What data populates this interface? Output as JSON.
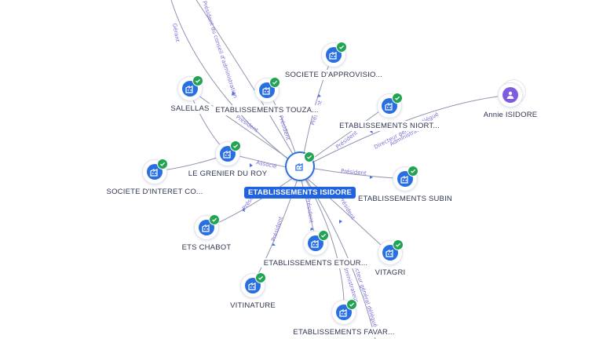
{
  "center": {
    "label": "ETABLISSEMENTS ISIDORE",
    "icon": "building-icon"
  },
  "nodes": [
    {
      "key": "societe_approvisio",
      "label": "SOCIETE D'APPROVISIO...",
      "type": "company"
    },
    {
      "key": "salellas",
      "label": "SALELLAS",
      "type": "company"
    },
    {
      "key": "touza",
      "label": "ETABLISSEMENTS TOUZA...",
      "type": "company"
    },
    {
      "key": "niort",
      "label": "ETABLISSEMENTS NIORT...",
      "type": "company"
    },
    {
      "key": "annie",
      "label": "Annie ISIDORE",
      "type": "person"
    },
    {
      "key": "grenier",
      "label": "LE GRENIER DU ROY",
      "type": "company"
    },
    {
      "key": "interet",
      "label": "SOCIETE D'INTERET CO...",
      "type": "company"
    },
    {
      "key": "subin",
      "label": "ETABLISSEMENTS SUBIN",
      "type": "company"
    },
    {
      "key": "chabot",
      "label": "ETS CHABOT",
      "type": "company"
    },
    {
      "key": "etour",
      "label": "ETABLISSEMENTS ETOUR...",
      "type": "company"
    },
    {
      "key": "vitagri",
      "label": "VITAGRI",
      "type": "company"
    },
    {
      "key": "vitinature",
      "label": "VITINATURE",
      "type": "company"
    },
    {
      "key": "favar",
      "label": "ETABLISSEMENTS FAVAR...",
      "type": "company"
    }
  ],
  "edge_labels": {
    "gerant": "Gérant",
    "pca": "Président du conseil d'administration",
    "president_1": "Président",
    "president_2": "Président",
    "president_3": "Président",
    "president_4": "Président",
    "president_5": "Président",
    "president_6": "Président",
    "president_7": "Président",
    "president_8": "Président",
    "president_9": "Président",
    "associe": "Associé",
    "dg": "Directeur général délégué",
    "admin": "Administrateur",
    "dg2": "Directeur général délégué",
    "admin2": "Administrateur"
  },
  "colors": {
    "company": "#2a6fe0",
    "person": "#7d5ce0",
    "verified": "#23a455",
    "edge_label": "#7a6fd6",
    "center_label_bg": "#1f63e0"
  }
}
